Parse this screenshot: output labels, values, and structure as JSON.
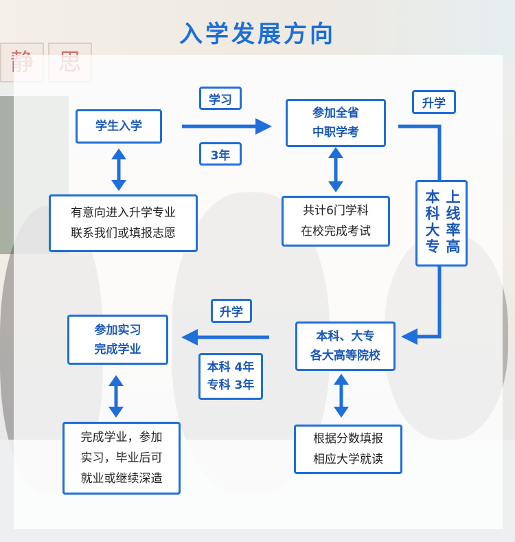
{
  "title": "入学发展方向",
  "background_signs": [
    "静",
    "思"
  ],
  "nodes": {
    "enroll": "学生入学",
    "provincial_exam": "参加全省\n中职学考",
    "intent": "有意向进入升学专业\n联系我们或填报志愿",
    "six_subjects": "共计6门学科\n在校完成考试",
    "universities": "本科、大专\n各大高等院校",
    "internship": "参加实习\n完成学业",
    "fill_scores": "根据分数填报\n相应大学就读",
    "graduate": "完成学业，参加\n实习，毕业后可\n就业或继续深造"
  },
  "labels": {
    "study": "学习",
    "three_years": "3年",
    "promote_top": "升学",
    "promote_mid": "升学",
    "durations": "本科 4年\n专科 3年",
    "rate_col1": "本科大专",
    "rate_col2": "上线率高"
  },
  "colors": {
    "accent": "#1e6fd9",
    "accent_text": "#1a58b8",
    "title": "#1c6fd8"
  }
}
